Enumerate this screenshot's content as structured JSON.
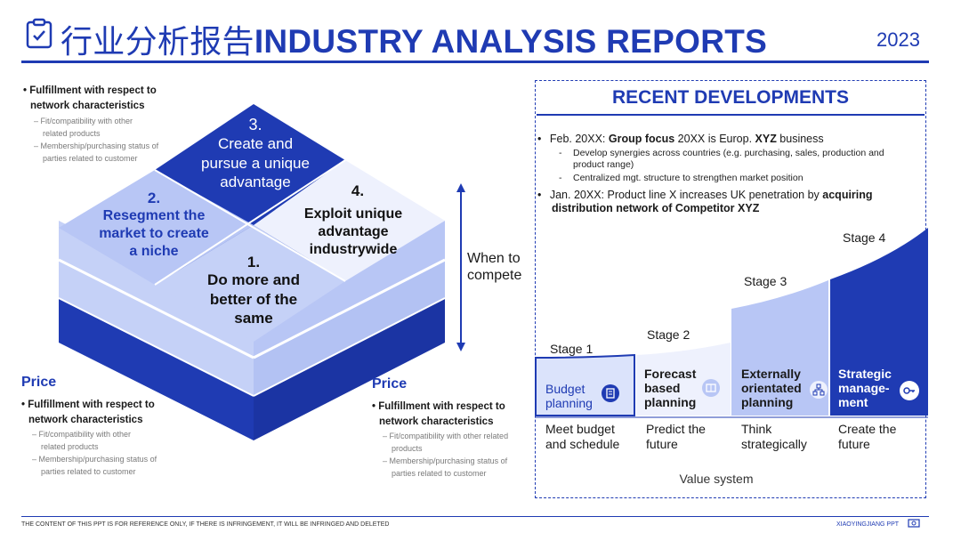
{
  "header": {
    "title_cn": "行业分析报告",
    "title_en": "INDUSTRY ANALYSIS REPORTS",
    "year": "2023",
    "icon": "clipboard-icon"
  },
  "colors": {
    "primary": "#1f3bb3",
    "light": "#b8c6f5",
    "lighter": "#dbe3fb",
    "white": "#ffffff"
  },
  "cube": {
    "q3": {
      "num": "3.",
      "text": [
        "Create and",
        "pursue a unique",
        "advantage"
      ]
    },
    "q2": {
      "num": "2.",
      "text": [
        "Resegment the",
        "market to create",
        "a niche"
      ]
    },
    "q4": {
      "num": "4.",
      "text": [
        "Exploit unique",
        "advantage",
        "industrywide"
      ]
    },
    "q1": {
      "num": "1.",
      "text": [
        "Do more and",
        "better of the",
        "same"
      ]
    }
  },
  "arrow_label": [
    "When to",
    "compete"
  ],
  "top_left": {
    "bullet": [
      "Fulfillment with respect to",
      "network characteristics"
    ],
    "subs": [
      [
        "Fit/compatibility with other",
        "related products"
      ],
      [
        "Membership/purchasing status of",
        "parties related to customer"
      ]
    ]
  },
  "bottom_left": {
    "heading": "Price",
    "bullet": [
      "Fulfillment with respect to",
      "network characteristics"
    ],
    "subs": [
      [
        "Fit/compatibility with other",
        "related products"
      ],
      [
        "Membership/purchasing status of",
        "parties related to customer"
      ]
    ]
  },
  "bottom_mid": {
    "heading": "Price",
    "bullet": [
      "Fulfillment with respect to",
      "network characteristics"
    ],
    "subs": [
      [
        "Fit/compatibility with other related",
        "products"
      ],
      [
        "Membership/purchasing status of",
        "parties related to customer"
      ]
    ]
  },
  "recent": {
    "title": "RECENT DEVELOPMENTS",
    "item1": {
      "a": "Feb. 20XX: ",
      "b": "Group focus",
      "c": " 20XX is Europ. ",
      "d": "XYZ",
      "e": " business"
    },
    "item1_subs": [
      [
        "Develop synergies across countries (e.g. purchasing, sales, production and",
        "product range)"
      ],
      [
        "Centralized mgt. structure to strengthen market position",
        ""
      ]
    ],
    "item2": {
      "a": "Jan. 20XX: Product line X increases UK penetration by ",
      "b": "acquiring",
      "c": "distribution network of Competitor XYZ"
    }
  },
  "stages": {
    "labels": [
      "Stage 1",
      "Stage 2",
      "Stage 3",
      "Stage 4"
    ],
    "cells": [
      {
        "label": [
          "Budget",
          "planning"
        ],
        "icon": "building-icon"
      },
      {
        "label": [
          "Forecast",
          "based",
          "planning"
        ],
        "icon": "book-icon"
      },
      {
        "label": [
          "Externally",
          "orientated",
          "planning"
        ],
        "icon": "network-icon"
      },
      {
        "label": [
          "Strategic",
          "manage-",
          "ment"
        ],
        "icon": "key-icon"
      }
    ],
    "bottom": [
      [
        "Meet budget",
        "and schedule"
      ],
      [
        "Predict the",
        "future"
      ],
      [
        "Think",
        "strategically"
      ],
      [
        "Create the",
        "future"
      ]
    ],
    "footer": "Value system"
  },
  "footer": {
    "left": "THE CONTENT OF THIS PPT IS FOR REFERENCE ONLY, IF THERE IS INFRINGEMENT, IT WILL BE INFRINGED AND DELETED",
    "right": "XIAOYINGJIANG PPT"
  }
}
